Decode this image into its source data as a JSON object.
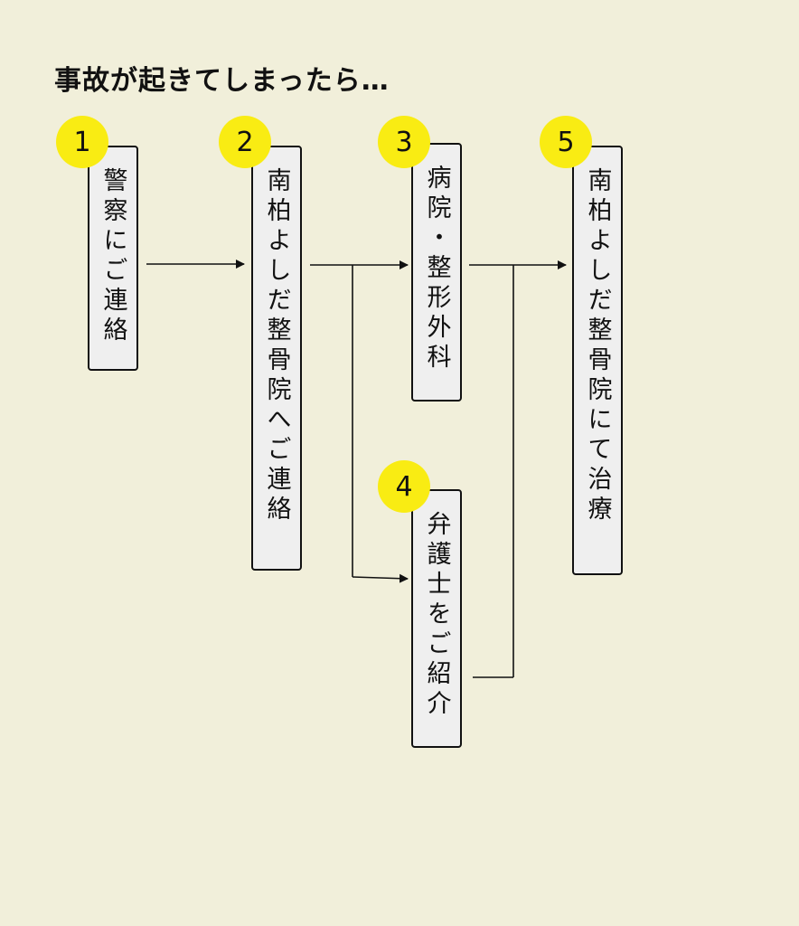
{
  "title": "事故が起きてしまったら…",
  "steps": [
    {
      "number": "1",
      "label": "警察にご連絡"
    },
    {
      "number": "2",
      "label": "南柏よしだ整骨院へご連絡"
    },
    {
      "number": "3",
      "label": "病院・整形外科"
    },
    {
      "number": "4",
      "label": "弁護士をご紹介"
    },
    {
      "number": "5",
      "label": "南柏よしだ整骨院にて治療"
    }
  ]
}
